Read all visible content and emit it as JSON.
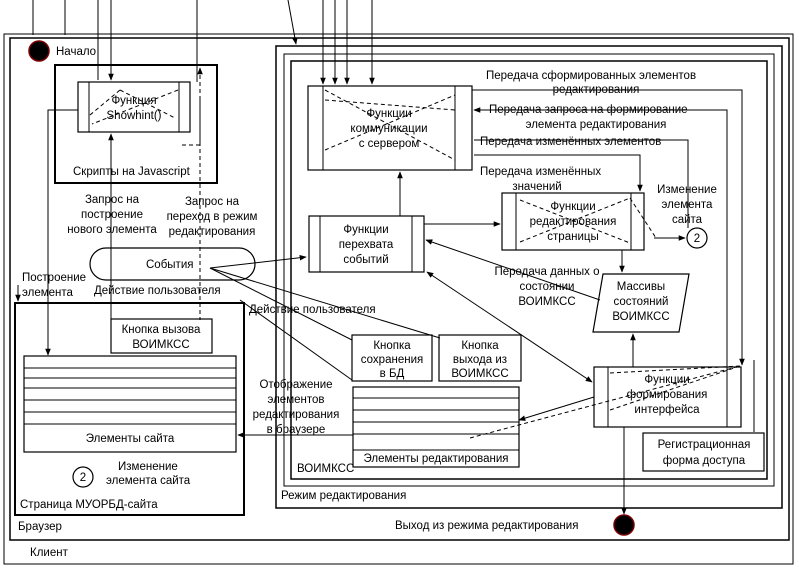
{
  "regions": {
    "client": "Клиент",
    "browser": "Браузер",
    "edit_mode": "Режим редактирования",
    "voimkss": "ВОИМКСС",
    "site_page": "Страница МУОРБД-сайта",
    "scripts": "Скрипты на Javascript"
  },
  "nodes": {
    "start": "Начало",
    "exit": "Выход из режима редактирования",
    "showhint": [
      "Функция",
      "Showhint()"
    ],
    "events": "События",
    "intercept": [
      "Функции",
      "перехвата",
      "событий"
    ],
    "communication": [
      "Функции",
      "коммуникации",
      "с сервером"
    ],
    "page_editing": [
      "Функции",
      "редактирования",
      "страницы"
    ],
    "state_arrays": [
      "Массивы",
      "состояний",
      "ВОИМКСС"
    ],
    "interface_forming": [
      "Функции",
      "формирования",
      "интерфейса"
    ],
    "call_button": [
      "Кнопка вызова",
      "ВОИМКСС"
    ],
    "save_button": [
      "Кнопка",
      "сохранения",
      "в БД"
    ],
    "exit_button": [
      "Кнопка",
      "выхода из",
      "ВОИМКСС"
    ],
    "site_elements": "Элементы сайта",
    "edit_elements": "Элементы редактирования",
    "registration_form": [
      "Регистрационная",
      "форма доступа"
    ],
    "connector_number": "2"
  },
  "flows": {
    "build_new_element_request": [
      "Запрос на",
      "построение",
      "нового элемента"
    ],
    "switch_edit_mode_request": [
      "Запрос на",
      "переход в режим",
      "редактирования"
    ],
    "build_element": [
      "Построение",
      "элемента"
    ],
    "user_action_1": "Действие пользователя",
    "user_action_2": "Действие пользователя",
    "send_formed_elements": [
      "Передача сформированных элементов",
      "редактирования"
    ],
    "send_form_request": [
      "Передача запроса на формирование",
      "элемента редактирования"
    ],
    "send_changed_elements": "Передача изменённых элементов",
    "send_changed_values": [
      "Передача изменённых",
      "значений"
    ],
    "change_site_element_right": [
      "Изменение",
      "элемента",
      "сайта"
    ],
    "send_state_data": [
      "Передача данных о",
      "состоянии",
      "ВОИМКСС"
    ],
    "show_edit_elements": [
      "Отображение",
      "элементов",
      "редактирования",
      "в браузере"
    ],
    "change_site_element_left": [
      "Изменение",
      "элемента сайта"
    ]
  }
}
